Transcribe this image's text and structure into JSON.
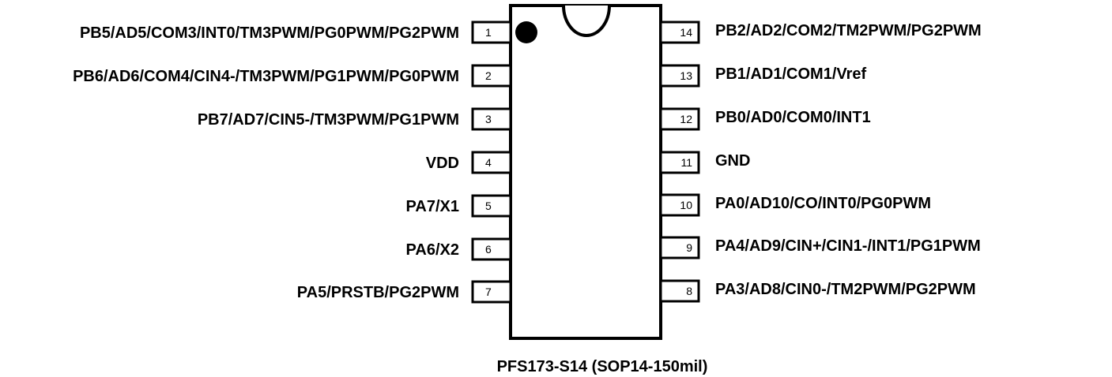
{
  "package": {
    "caption": "PFS173-S14 (SOP14-150mil)"
  },
  "pins_left": [
    {
      "number": "1",
      "label": "PB5/AD5/COM3/INT0/TM3PWM/PG0PWM/PG2PWM"
    },
    {
      "number": "2",
      "label": "PB6/AD6/COM4/CIN4-/TM3PWM/PG1PWM/PG0PWM"
    },
    {
      "number": "3",
      "label": "PB7/AD7/CIN5-/TM3PWM/PG1PWM"
    },
    {
      "number": "4",
      "label": "VDD"
    },
    {
      "number": "5",
      "label": "PA7/X1"
    },
    {
      "number": "6",
      "label": "PA6/X2"
    },
    {
      "number": "7",
      "label": "PA5/PRSTB/PG2PWM"
    }
  ],
  "pins_right": [
    {
      "number": "14",
      "label": "PB2/AD2/COM2/TM2PWM/PG2PWM"
    },
    {
      "number": "13",
      "label": "PB1/AD1/COM1/Vref"
    },
    {
      "number": "12",
      "label": "PB0/AD0/COM0/INT1"
    },
    {
      "number": "11",
      "label": "GND"
    },
    {
      "number": "10",
      "label": "PA0/AD10/CO/INT0/PG0PWM"
    },
    {
      "number": "9",
      "label": "PA4/AD9/CIN+/CIN1-/INT1/PG1PWM"
    },
    {
      "number": "8",
      "label": "PA3/AD8/CIN0-/TM2PWM/PG2PWM"
    }
  ]
}
